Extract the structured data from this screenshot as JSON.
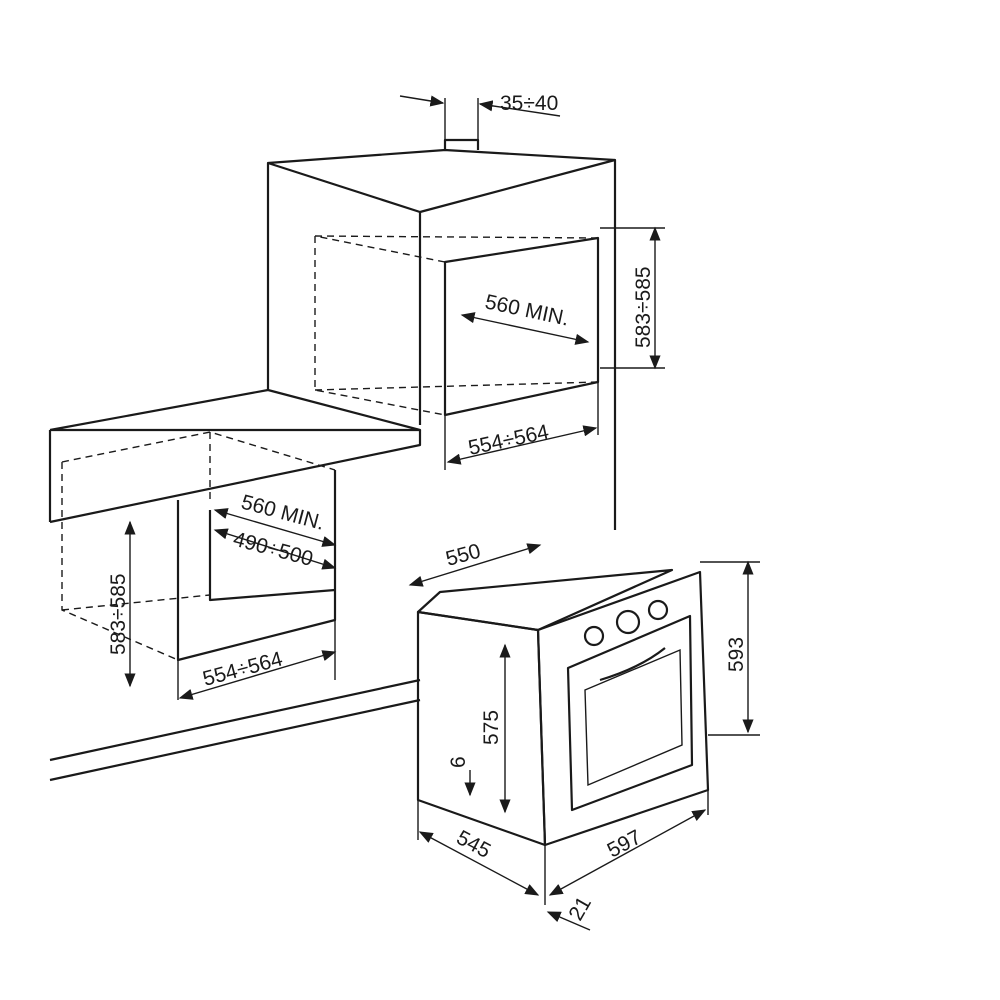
{
  "diagram": {
    "column_unit": {
      "top_gap": "35÷40",
      "niche_height": "583÷585",
      "niche_depth": "560 MIN.",
      "niche_width": "554÷564"
    },
    "under_counter": {
      "niche_depth": "560 MIN.",
      "inner_depth": "490÷500",
      "niche_height": "583÷585",
      "niche_width": "554÷564"
    },
    "oven": {
      "depth": "550",
      "height": "593",
      "body_height": "575",
      "bottom_offset": "6",
      "body_depth": "545",
      "width": "597",
      "door_thickness": "21"
    }
  }
}
